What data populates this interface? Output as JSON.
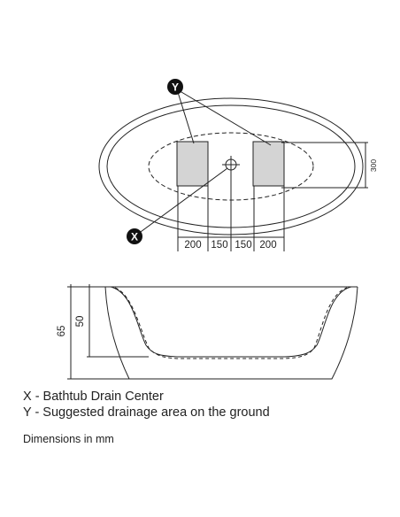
{
  "callouts": {
    "x": "X",
    "y": "Y"
  },
  "top_view": {
    "horizontal_dimensions": [
      "200",
      "150",
      "150",
      "200"
    ],
    "vertical_dimension": "300"
  },
  "side_view": {
    "outer_height": "65",
    "inner_height": "50"
  },
  "legend": {
    "x_text": "X - Bathtub Drain Center",
    "y_text": "Y - Suggested drainage area on the ground"
  },
  "units_note": "Dimensions in mm",
  "colors": {
    "line": "#222222",
    "drain_area_fill": "#d4d4d4",
    "callout_fill": "#111111"
  }
}
